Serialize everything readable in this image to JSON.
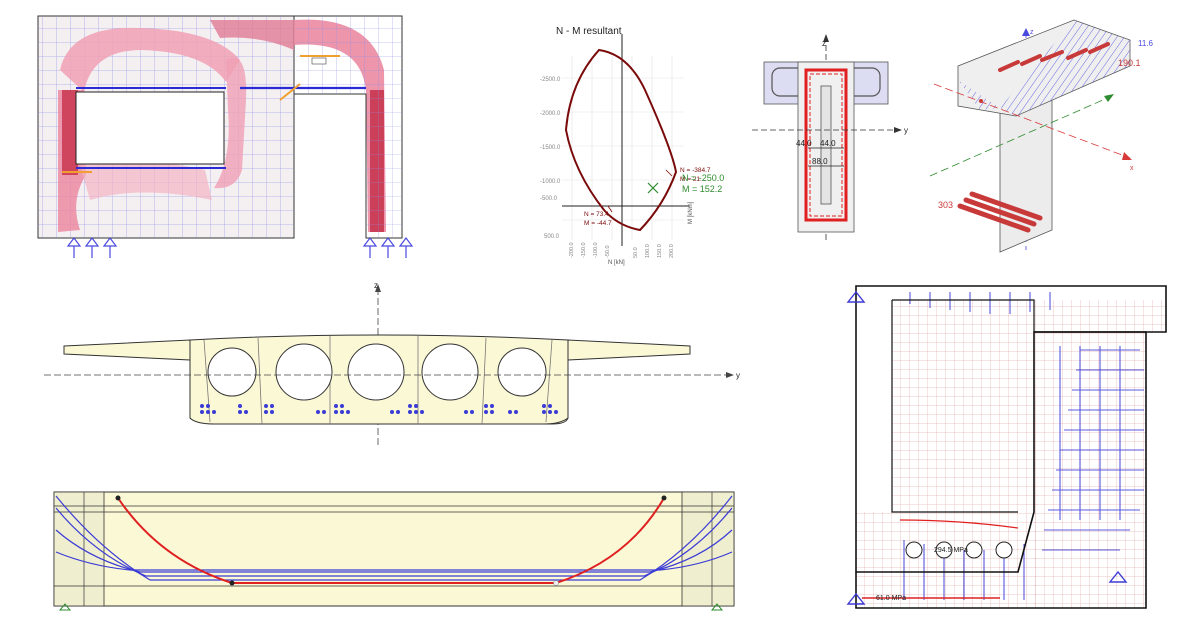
{
  "colors": {
    "concrete_fill": "#fbf8d6",
    "outline": "#1a1a1a",
    "reinforcement_blue": "#3b3bd6",
    "tendon_red": "#e02020",
    "stress_red": "#d8405a",
    "interaction_curve": "#7a0a0a",
    "point_green": "#2e8b2e",
    "steel_red": "#c83a3a",
    "grid_blue": "#7d7de8",
    "grid_red": "#d46a6a"
  },
  "icons": [
    "support-triangle-icon",
    "axis-arrow-icon",
    "load-point-icon"
  ],
  "axes": {
    "y": "y",
    "z": "z",
    "x": "x"
  },
  "nm_diagram": {
    "title": "N - M resultant",
    "xlabel": "N [kN]",
    "ylabel": "M [kNm]",
    "y_ticks": [
      "-2500.0",
      "-2000.0",
      "-1500.0",
      "-1000.0",
      "-500.0",
      "500.0"
    ],
    "x_ticks": [
      "-200.0",
      "-150.0",
      "-100.0",
      "-50.0",
      "50.0",
      "100.0",
      "150.0",
      "200.0"
    ],
    "annotations": {
      "upper": {
        "n": "N = -384.7",
        "m": "M = 21..."
      },
      "lower": {
        "n": "N = 73.4",
        "m": "M = -44.7"
      },
      "design_n": "N = -250.0",
      "design_m": "M = 152.2"
    }
  },
  "cross_section": {
    "dim_a": "44.0",
    "dim_b": "44.0",
    "dim_c": "88.0"
  },
  "girder_3d": {
    "value_top": "11.6",
    "value_mid": "190.1",
    "value_bottom": "303"
  },
  "stress_panel": {
    "label_a": "294.5 MPa",
    "label_b": "61.0 MPa"
  }
}
